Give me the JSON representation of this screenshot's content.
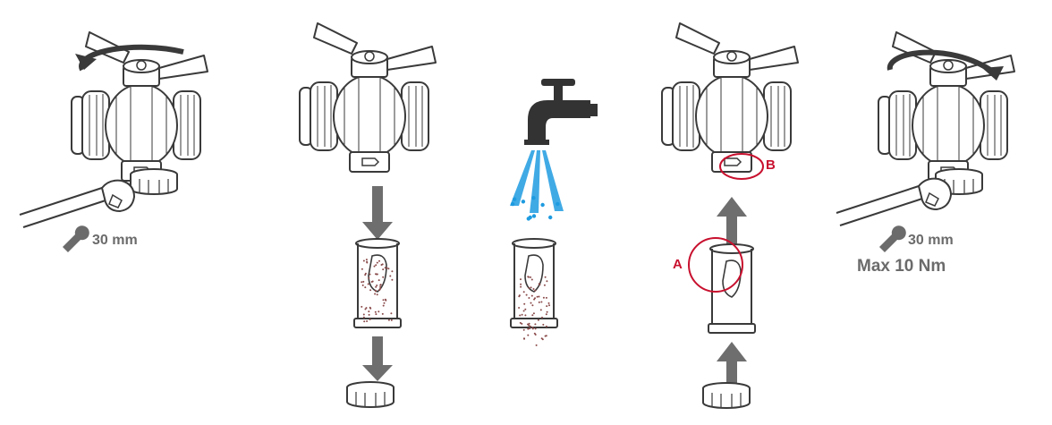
{
  "steps": [
    {
      "wrench_size": "30 mm"
    },
    {},
    {},
    {
      "marker_a": "A",
      "marker_b": "B"
    },
    {
      "wrench_size": "30 mm",
      "torque": "Max 10 Nm"
    }
  ],
  "colors": {
    "line": "#3a3a3a",
    "arrow": "#6e6e6e",
    "faucet": "#333333",
    "water": "#1e9be0",
    "highlight": "#c8102e",
    "debris": "#8a4a4a",
    "label": "#6b6b6b"
  },
  "icons": [
    "wrench-icon",
    "rotate-arrow-icon",
    "faucet-icon",
    "water-spray-icon",
    "down-arrow-icon",
    "up-arrow-icon"
  ]
}
